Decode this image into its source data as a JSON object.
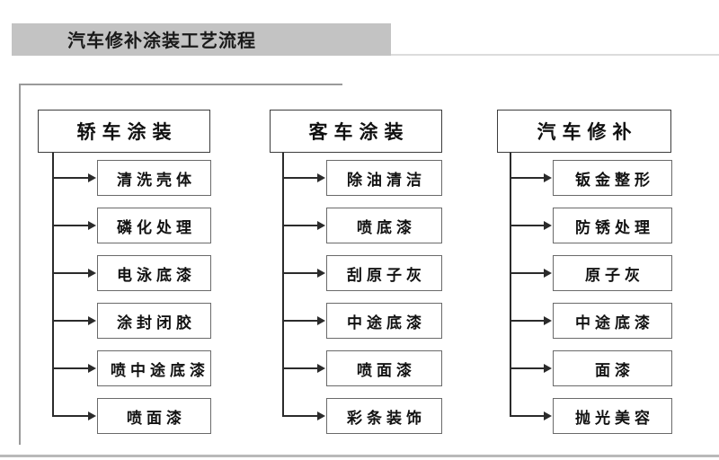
{
  "title": {
    "text": "汽车修补涂装工艺流程",
    "band_color": "#c3c3c3"
  },
  "columns": [
    {
      "header": "轿车涂装",
      "steps": [
        "清洗壳体",
        "磷化处理",
        "电泳底漆",
        "涂封闭胶",
        "喷中途底漆",
        "喷面漆"
      ]
    },
    {
      "header": "客车涂装",
      "steps": [
        "除油清洁",
        "喷底漆",
        "刮原子灰",
        "中途底漆",
        "喷面漆",
        "彩条装饰"
      ]
    },
    {
      "header": "汽车修补",
      "steps": [
        "钣金整形",
        "防锈处理",
        "原子灰",
        "中途底漆",
        "面漆",
        "抛光美容"
      ]
    }
  ]
}
